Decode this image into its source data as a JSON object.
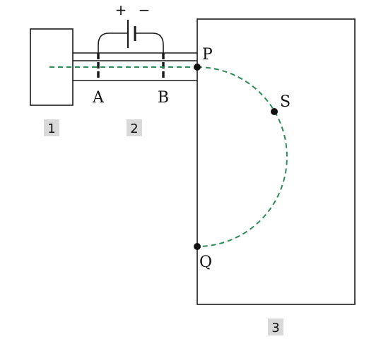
{
  "battery": {
    "positive_sign": "+",
    "negative_sign": "−"
  },
  "plates": {
    "a_label": "A",
    "b_label": "B"
  },
  "points": {
    "p_label": "P",
    "s_label": "S",
    "q_label": "Q"
  },
  "regions": {
    "region_1": "1",
    "region_2": "2",
    "region_3": "3"
  },
  "colors": {
    "path": "#2e8b57",
    "stroke": "#1a1a1a",
    "label_bg": "#d9d9d9"
  }
}
